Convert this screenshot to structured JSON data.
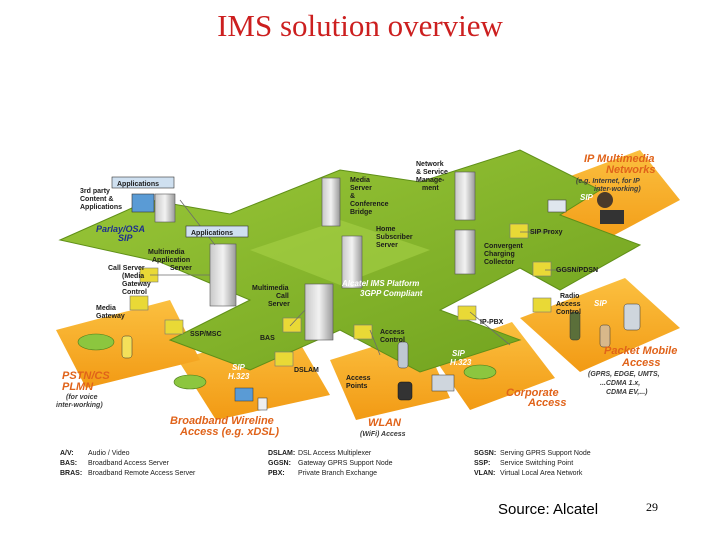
{
  "title": "IMS solution overview",
  "source": "Source: Alcatel",
  "page_number": "29",
  "platform": {
    "line1": "Alcatel IMS Platform",
    "line2": "3GPP Compliant"
  },
  "nodes": {
    "applications_1": "Applications",
    "applications_2": "Applications",
    "third_party": [
      "3rd party",
      "Content &",
      "Applications"
    ],
    "parlay": [
      "Parlay/OSA",
      "SIP"
    ],
    "mas": [
      "Multimedia",
      "Application",
      "Server"
    ],
    "call_server": [
      "Call Server",
      "(Media",
      "Gateway",
      "Control"
    ],
    "media_gateway": [
      "Media",
      "Gateway"
    ],
    "msc": "SSP/MSC",
    "bas": "BAS",
    "mrf": [
      "Media",
      "Server",
      "&",
      "Conference",
      "Bridge"
    ],
    "hss": [
      "Home",
      "Subscriber",
      "Server"
    ],
    "nms": [
      "Network",
      "& Service",
      "Manage-",
      "ment"
    ],
    "mcs": [
      "Multimedia",
      "Call",
      "Server"
    ],
    "ccc": [
      "Convergent",
      "Charging",
      "Collector"
    ],
    "sip_proxy": "SIP Proxy",
    "ggsn": "GGSN/PDSN",
    "rac": [
      "Radio",
      "Access",
      "Control"
    ],
    "ipbx": "IP-PBX",
    "access_control": [
      "Access",
      "Control"
    ],
    "dslam": "DSLAM",
    "access_points": [
      "Access",
      "Points"
    ],
    "sip_h323_1": [
      "SIP",
      "H.323"
    ],
    "sip_h323_2": [
      "SIP",
      "H.323"
    ],
    "sip_1": "SIP",
    "sip_2": "SIP"
  },
  "domains": {
    "ipmm": {
      "title": [
        "IP Multimedia",
        "Networks"
      ],
      "sub": [
        "(e.g. Internet, for IP",
        "inter-working)"
      ]
    },
    "pstn": {
      "title": [
        "PSTN/CS",
        "PLMN"
      ],
      "sub": [
        "(for voice",
        "inter-working)"
      ]
    },
    "broadband": {
      "title": [
        "Broadband Wireline",
        "Access (e.g. xDSL)"
      ]
    },
    "wlan": {
      "title": [
        "WLAN",
        "(WiFi) Access"
      ]
    },
    "corporate": {
      "title": [
        "Corporate",
        "Access"
      ]
    },
    "packet_mobile": {
      "title": [
        "Packet Mobile",
        "Access"
      ],
      "sub": [
        "(GPRS, EDGE, UMTS,",
        "...CDMA 1.x,",
        "CDMA EV,...)"
      ]
    }
  },
  "glossary": [
    {
      "key": "A/V:",
      "value": "Audio / Video"
    },
    {
      "key": "BAS:",
      "value": "Broadband Access Server"
    },
    {
      "key": "BRAS:",
      "value": "Broadband Remote Access Server"
    },
    {
      "key": "DSLAM:",
      "value": "DSL Access Multiplexer"
    },
    {
      "key": "GGSN:",
      "value": "Gateway GPRS Support Node"
    },
    {
      "key": "PBX:",
      "value": "Private Branch Exchange"
    },
    {
      "key": "SGSN:",
      "value": "Serving GPRS Support Node"
    },
    {
      "key": "SSP:",
      "value": "Service Switching Point"
    },
    {
      "key": "VLAN:",
      "value": "Virtual Local Area Network"
    }
  ],
  "colors": {
    "title": "#cc1f1f",
    "cross": "#7fb524",
    "cross_dark": "#5f8f17",
    "orange": "#f4a11c",
    "orange_dark": "#e0631a",
    "blue_text": "#1d2f8f"
  }
}
